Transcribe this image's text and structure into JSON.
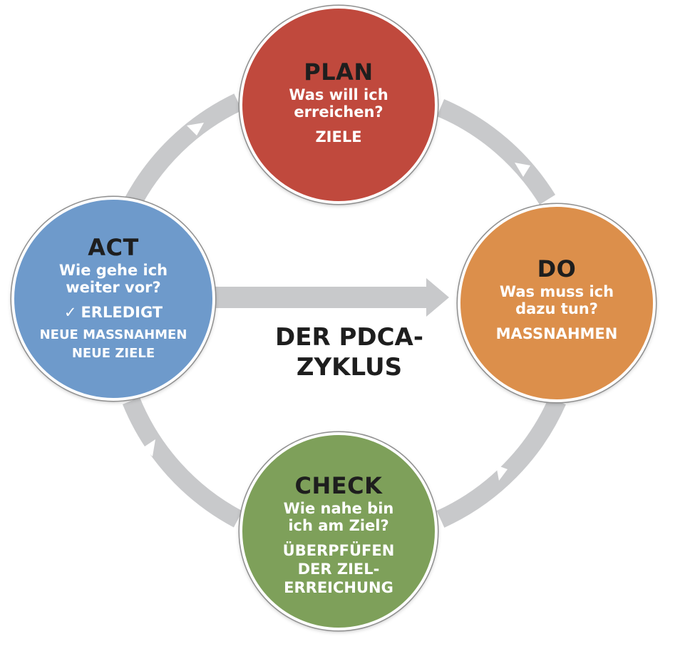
{
  "diagram": {
    "center_title": "DER PDCA-ZYKLUS",
    "center_title_line1": "DER PDCA-",
    "center_title_line2": "ZYKLUS",
    "arrow_color": "#c8c9cb",
    "nodes": {
      "plan": {
        "title": "PLAN",
        "question_line1": "Was will ich",
        "question_line2": "erreichen?",
        "result": "ZIELE",
        "color": "#c0493d"
      },
      "do": {
        "title": "DO",
        "question_line1": "Was muss ich",
        "question_line2": "dazu tun?",
        "result": "MASSNAHMEN",
        "color": "#dc8f4b"
      },
      "check": {
        "title": "CHECK",
        "question_line1": "Wie nahe bin",
        "question_line2": "ich am Ziel?",
        "result_line1": "ÜBERPFÜFEN",
        "result_line2": "DER ZIEL-",
        "result_line3": "ERREICHUNG",
        "color": "#7ea05a"
      },
      "act": {
        "title": "ACT",
        "question_line1": "Wie gehe ich",
        "question_line2": "weiter vor?",
        "check_symbol": "✓",
        "done_label": "ERLEDIGT",
        "result_line1": "NEUE MASSNAHMEN",
        "result_line2": "NEUE ZIELE",
        "color": "#6e9acb"
      }
    }
  }
}
